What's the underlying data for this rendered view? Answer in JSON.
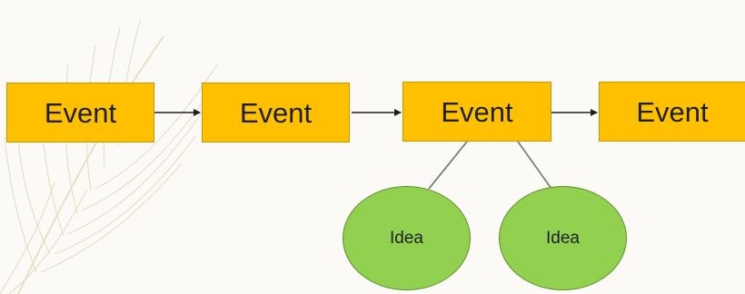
{
  "colors": {
    "background": "#fbfaf6",
    "event_fill": "#ffc000",
    "event_border": "#c99500",
    "idea_fill": "#92d050",
    "idea_border": "#5f8f2a",
    "arrow": "#1f1f1f",
    "link": "#7f7f7f",
    "feather": "#e4ddc6"
  },
  "events": [
    {
      "label": "Event"
    },
    {
      "label": "Event"
    },
    {
      "label": "Event"
    },
    {
      "label": "Event"
    }
  ],
  "ideas": [
    {
      "label": "Idea"
    },
    {
      "label": "Idea"
    }
  ]
}
